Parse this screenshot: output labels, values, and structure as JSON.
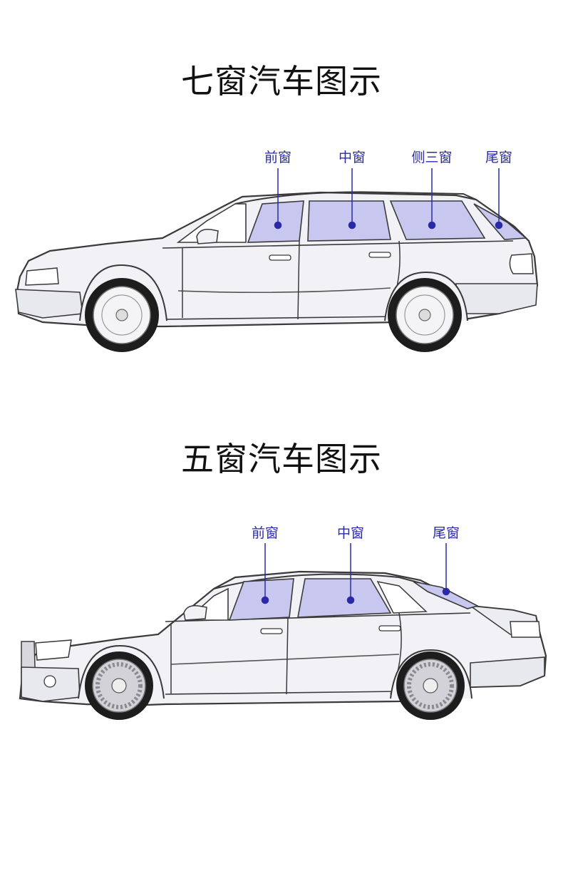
{
  "seven": {
    "title": "七窗汽车图示",
    "labels": [
      "前窗",
      "中窗",
      "侧三窗",
      "尾窗"
    ]
  },
  "five": {
    "title": "五窗汽车图示",
    "labels": [
      "前窗",
      "中窗",
      "尾窗"
    ]
  },
  "colors": {
    "glass": "#c7c7ef",
    "pointer": "#2a2aa8",
    "body_fill": "#f1f1f6",
    "outline": "#3a3a3a"
  }
}
